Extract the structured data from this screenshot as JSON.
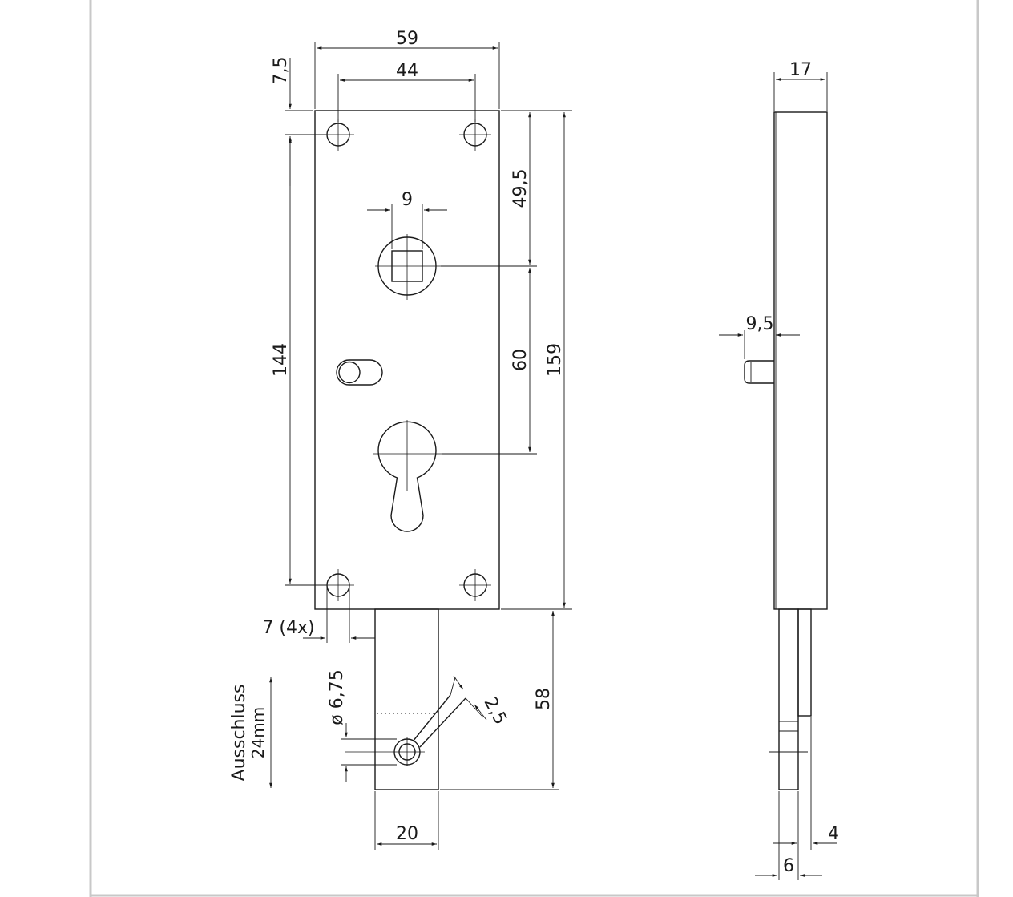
{
  "front_view": {
    "labels": {
      "width_59": "59",
      "hole_spacing_44": "44",
      "top_offset_7_5": "7,5",
      "spindle_offset_49_5": "49,5",
      "square_9": "9",
      "hole_span_144": "144",
      "spindle_to_cylinder_60": "60",
      "height_159": "159",
      "hole_dia_7_4x": "7 (4x)",
      "bolt_extension_58": "58",
      "bolt_width_20": "20",
      "pin_dia_6_75": "ø 6,75",
      "slot_2_5": "2,5"
    },
    "note": {
      "line1": "Ausschluss",
      "line2": "24mm"
    }
  },
  "side_view": {
    "labels": {
      "depth_17": "17",
      "pin_9_5": "9,5",
      "thickness_4": "4",
      "thickness_6": "6"
    }
  }
}
